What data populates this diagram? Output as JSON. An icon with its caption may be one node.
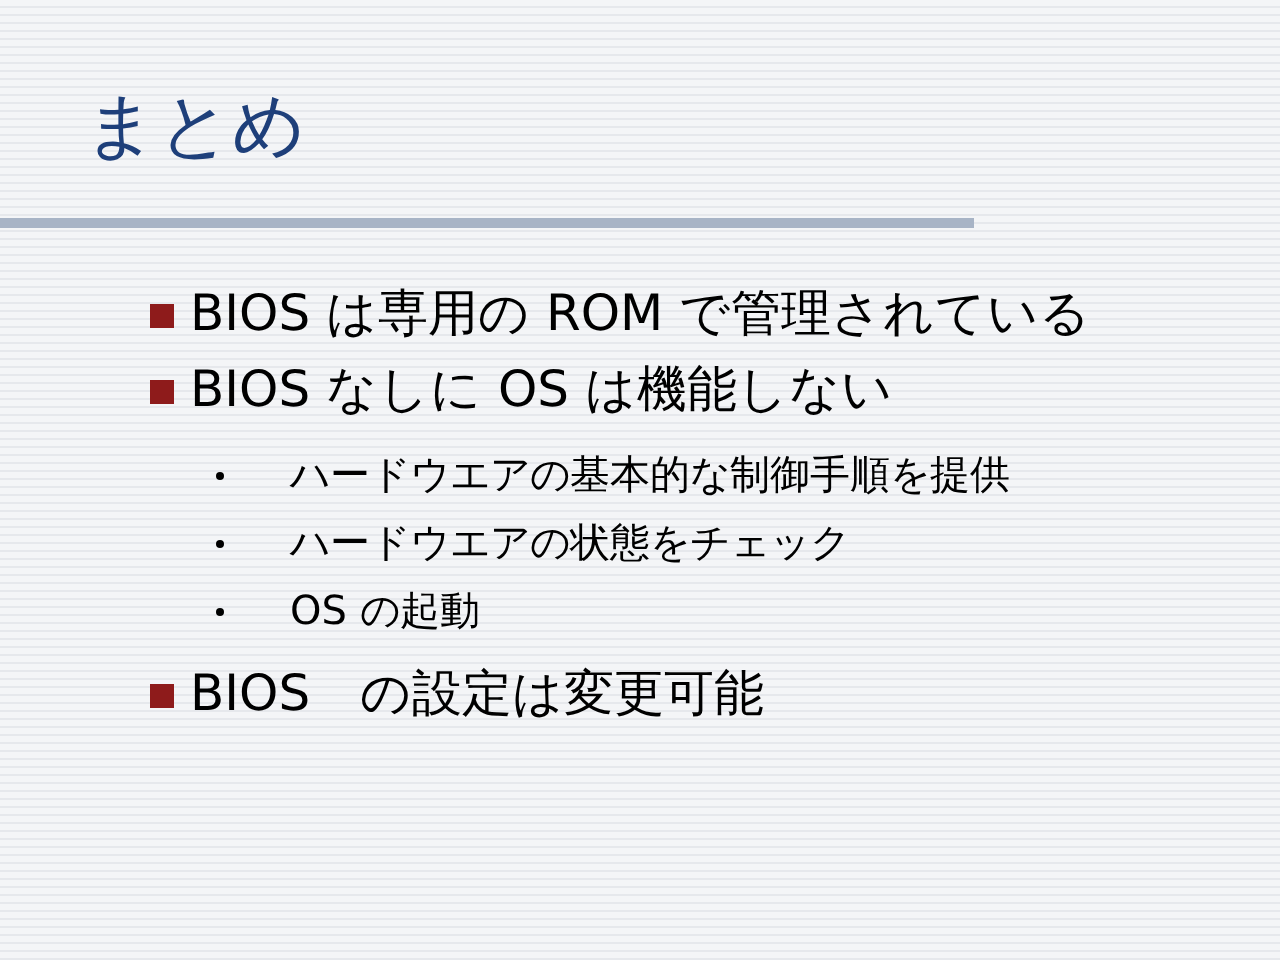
{
  "diagram": {
    "title": "まとめ",
    "labels": [
      "BIOS は専用の ROM で管理されている",
      "BIOS なしに OS は機能しない",
      "ハードウエアの基本的な制御手順を提供",
      "ハードウエアの状態をチェック",
      "OS の起動",
      "BIOS　の設定は変更可能"
    ]
  }
}
